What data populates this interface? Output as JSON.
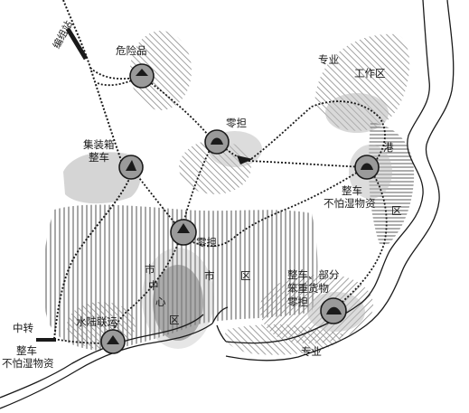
{
  "labels": {
    "marshalling_station": "编组站",
    "dangerous_goods": "危险品",
    "specialized_1": "专业",
    "work_zone": "工作区",
    "less_than_carload_north": "零担",
    "container_line1": "集装箱",
    "container_line2": "整车",
    "port_gang": "港",
    "port_qu": "区",
    "carload_line1": "整车",
    "carload_line2": "不怕湿物资",
    "less_than_carload_central": "零担",
    "city_center_shi": "市",
    "city_center_zhong": "中",
    "city_center_xin": "心",
    "city_center_qu": "区",
    "city_zone_shi": "市",
    "city_zone_qu": "区",
    "mixed_line1": "整车、部分",
    "mixed_line2": "笨重货物",
    "mixed_line3": "零担",
    "transfer": "中转",
    "water_land_transport": "水陆联运",
    "carload_sw_line1": "整车",
    "carload_sw_line2": "不怕湿物资",
    "specialized_2": "专业"
  },
  "colors": {
    "ink": "#1a1a1a",
    "shade": "#b9b9b9",
    "hatch": "#8a8a8a",
    "station_fill": "#9a9a9a",
    "dark_core": "#6f6f6f"
  }
}
